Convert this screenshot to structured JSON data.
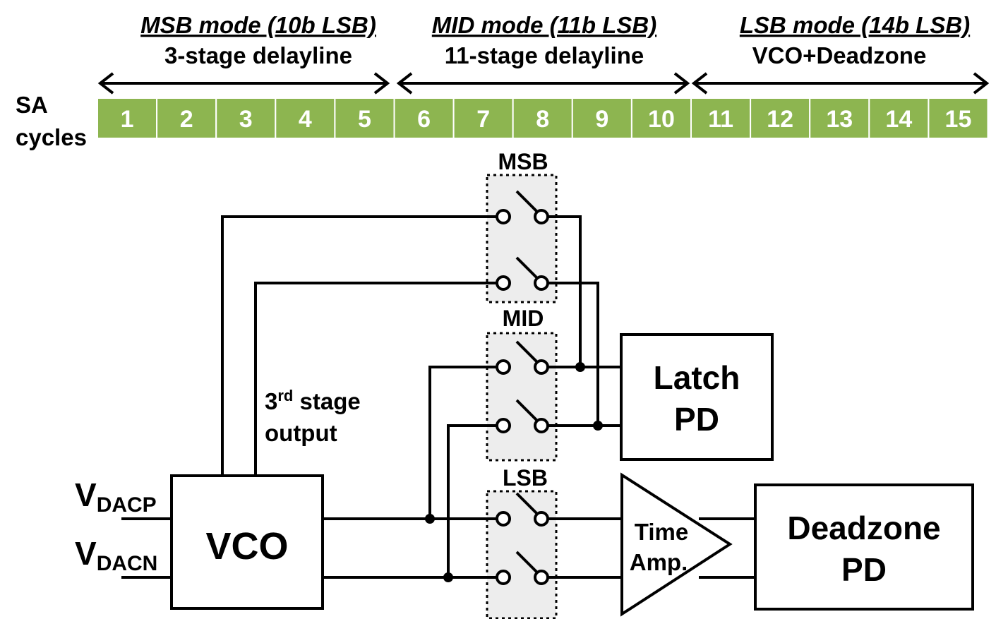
{
  "modes": [
    {
      "title": "MSB mode (10b LSB)",
      "subtitle": "3-stage delayline"
    },
    {
      "title": "MID mode (11b LSB)",
      "subtitle": "11-stage delayline"
    },
    {
      "title": "LSB mode (14b LSB)",
      "subtitle": "VCO+Deadzone"
    }
  ],
  "sa_label": {
    "line1": "SA",
    "line2": "cycles"
  },
  "cycles": [
    "1",
    "2",
    "3",
    "4",
    "5",
    "6",
    "7",
    "8",
    "9",
    "10",
    "11",
    "12",
    "13",
    "14",
    "15"
  ],
  "switch_groups": {
    "msb": "MSB",
    "mid": "MID",
    "lsb": "LSB"
  },
  "blocks": {
    "vco": "VCO",
    "latch_pd": {
      "line1": "Latch",
      "line2": "PD"
    },
    "deadzone_pd": {
      "line1": "Deadzone",
      "line2": "PD"
    },
    "time_amp": {
      "line1": "Time",
      "line2": "Amp."
    }
  },
  "inputs": {
    "vdacp": {
      "main": "V",
      "sub": "DACP"
    },
    "vdacn": {
      "main": "V",
      "sub": "DACN"
    }
  },
  "stage_label": {
    "prefix": "3",
    "sup": "rd",
    "suffix": " stage",
    "line2": "output"
  },
  "colors": {
    "cycle_fill": "#8db550",
    "switch_bg": "#ededed"
  }
}
